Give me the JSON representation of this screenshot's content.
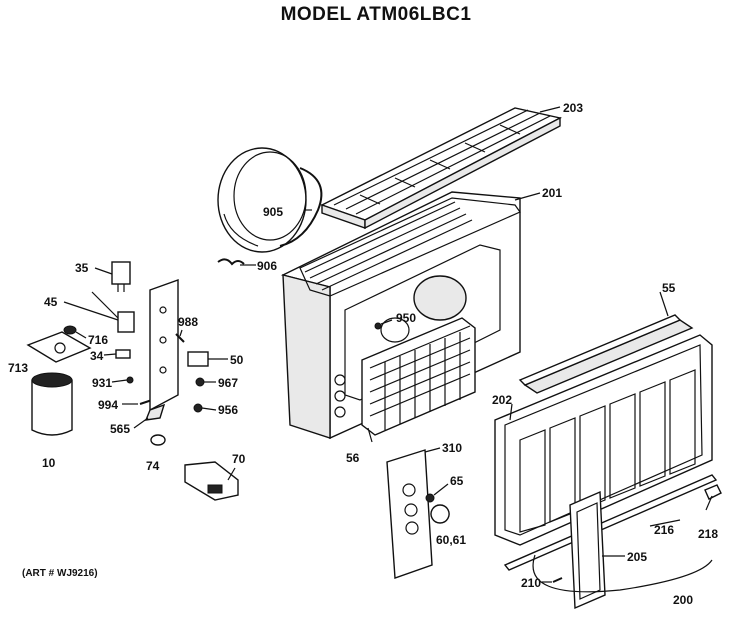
{
  "title": "MODEL ATM06LBC1",
  "art_number": "(ART # WJ9216)",
  "callouts": [
    {
      "id": "203",
      "text": "203"
    },
    {
      "id": "201",
      "text": "201"
    },
    {
      "id": "905",
      "text": "905"
    },
    {
      "id": "906",
      "text": "906"
    },
    {
      "id": "35",
      "text": "35"
    },
    {
      "id": "45",
      "text": "45"
    },
    {
      "id": "716",
      "text": "716"
    },
    {
      "id": "713",
      "text": "713"
    },
    {
      "id": "34",
      "text": "34"
    },
    {
      "id": "988",
      "text": "988"
    },
    {
      "id": "50",
      "text": "50"
    },
    {
      "id": "931",
      "text": "931"
    },
    {
      "id": "967",
      "text": "967"
    },
    {
      "id": "994",
      "text": "994"
    },
    {
      "id": "956",
      "text": "956"
    },
    {
      "id": "565",
      "text": "565"
    },
    {
      "id": "10",
      "text": "10"
    },
    {
      "id": "74",
      "text": "74"
    },
    {
      "id": "70",
      "text": "70"
    },
    {
      "id": "950",
      "text": "950"
    },
    {
      "id": "56",
      "text": "56"
    },
    {
      "id": "310",
      "text": "310"
    },
    {
      "id": "65",
      "text": "65"
    },
    {
      "id": "60-61",
      "text": "60,61"
    },
    {
      "id": "55",
      "text": "55"
    },
    {
      "id": "202",
      "text": "202"
    },
    {
      "id": "216",
      "text": "216"
    },
    {
      "id": "218",
      "text": "218"
    },
    {
      "id": "205",
      "text": "205"
    },
    {
      "id": "210",
      "text": "210"
    },
    {
      "id": "200",
      "text": "200"
    }
  ]
}
